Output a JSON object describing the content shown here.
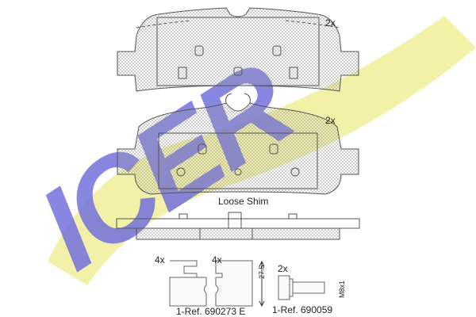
{
  "brand": {
    "logo_text": "ICER",
    "colors": {
      "blue": "#5a5ad6",
      "yellow": "#f2ee9a",
      "line": "#555555"
    }
  },
  "pads": [
    {
      "quantity": "2x"
    },
    {
      "quantity": "2x"
    }
  ],
  "shim": {
    "label": "Loose Shim"
  },
  "clips": {
    "quantity_a": "4x",
    "quantity_b": "4x",
    "dimension": "27.5",
    "reference": "1-Ref. 690273 E"
  },
  "bolt": {
    "quantity": "2x",
    "thread": "M8x1",
    "reference": "1-Ref. 690059"
  }
}
